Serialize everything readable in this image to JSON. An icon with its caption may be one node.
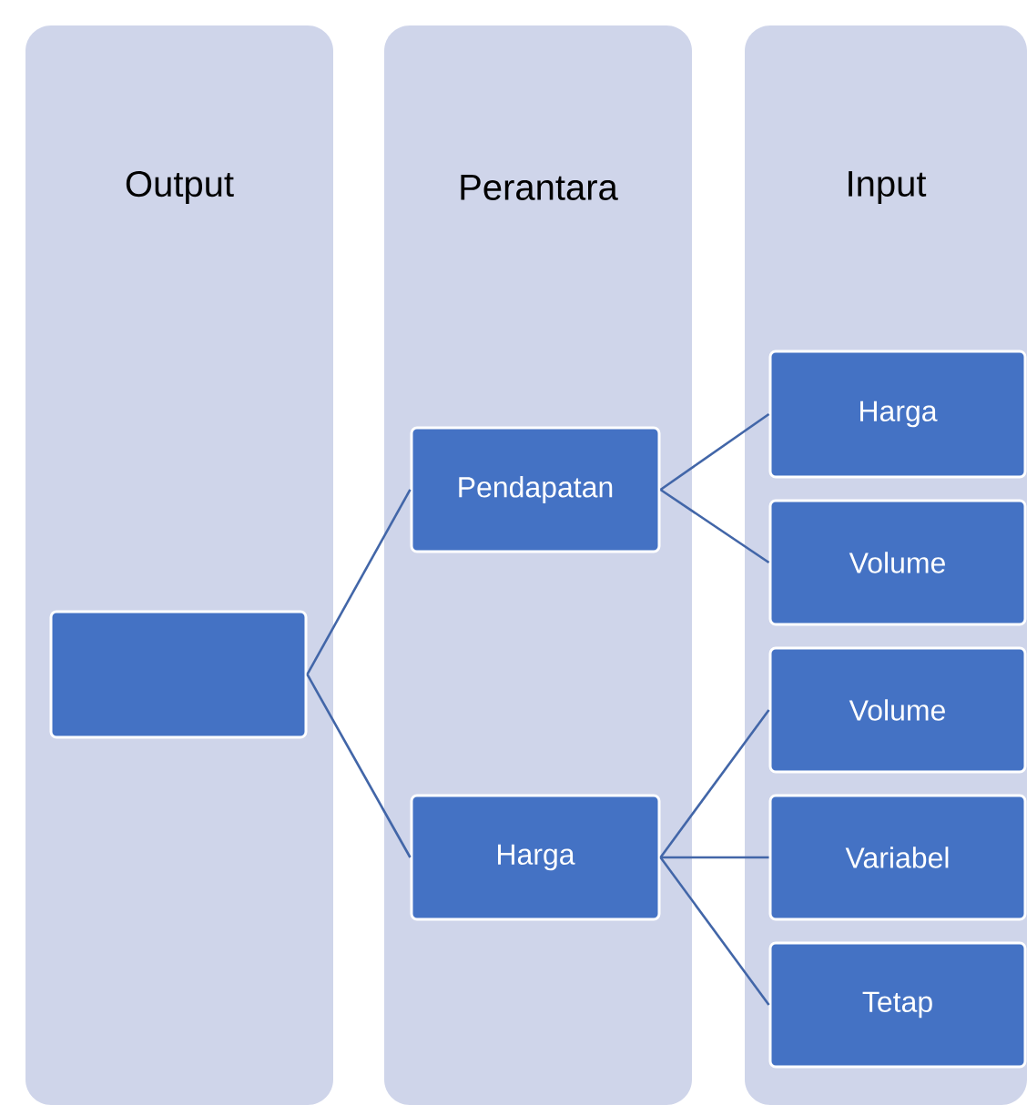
{
  "diagram": {
    "nodes": [
      {
        "text": [
          "Output"
        ]
      },
      {
        "text": [
          "Perantara"
        ]
      },
      {
        "text": [
          "Input"
        ]
      },
      {
        "text": [],
        "shape": "box",
        "in": 0
      },
      {
        "text": [
          "Pendapatan"
        ],
        "in": 1
      },
      {
        "text": [
          "Harga"
        ],
        "in": 1
      },
      {
        "text": [
          "Harga"
        ],
        "in": 2
      },
      {
        "text": [
          "Volume"
        ],
        "in": 2
      },
      {
        "text": [
          "Volume"
        ],
        "in": 2
      },
      {
        "text": [
          "Variabel"
        ],
        "in": 2
      },
      {
        "text": [
          "Tetap"
        ],
        "in": 2
      }
    ],
    "edges": [
      {
        "from": 3,
        "to": 4,
        "arrow": "none"
      },
      {
        "from": 3,
        "to": 5,
        "arrow": "none"
      },
      {
        "from": 4,
        "to": 6,
        "arrow": "none"
      },
      {
        "from": 4,
        "to": 7,
        "arrow": "none"
      },
      {
        "from": 5,
        "to": 8,
        "arrow": "none"
      },
      {
        "from": 5,
        "to": 9,
        "arrow": "none"
      },
      {
        "from": 5,
        "to": 10,
        "arrow": "none"
      }
    ]
  }
}
